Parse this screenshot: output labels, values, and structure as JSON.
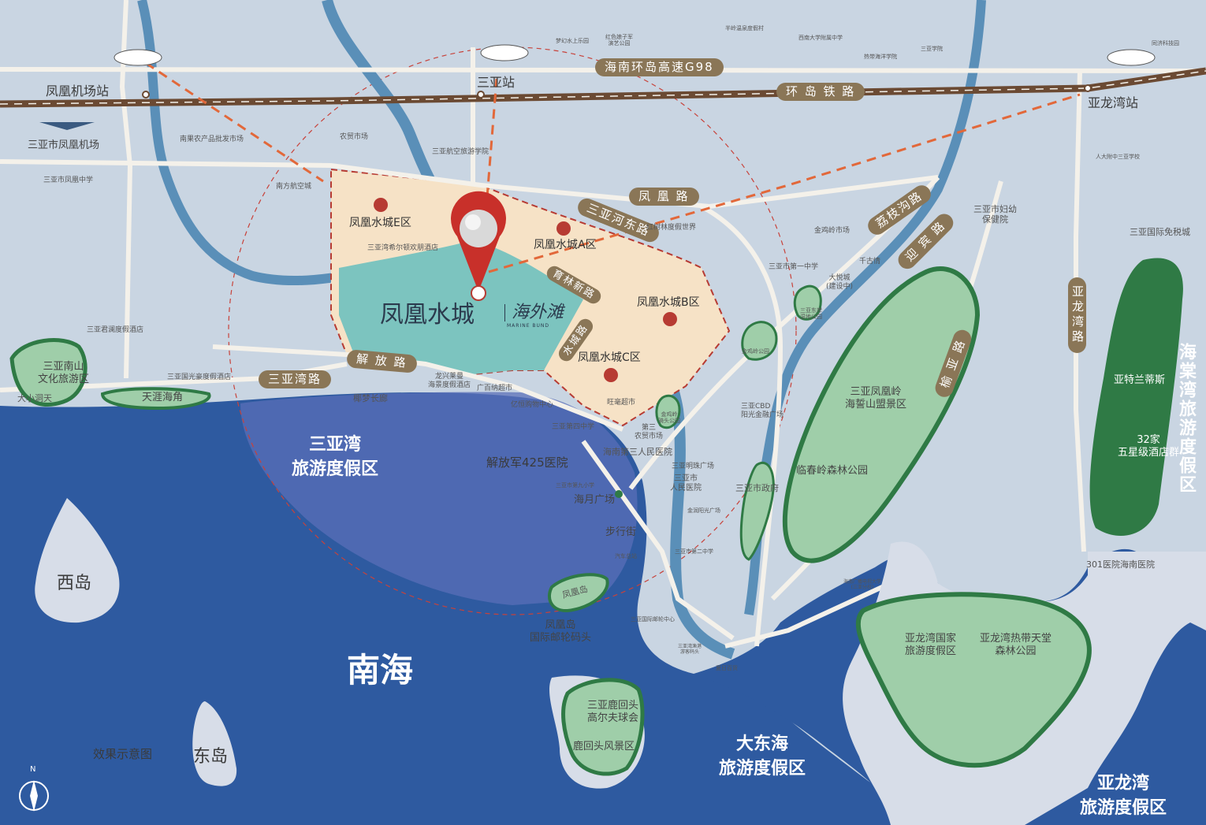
{
  "map": {
    "main": {
      "brand": "凤凰水城",
      "brand_sub": "海外滩",
      "brand_en": "MARINE BUND",
      "zones": [
        "凤凰水城E区",
        "凤凰水城A区",
        "凤凰水城B区",
        "凤凰水城C区"
      ],
      "internal_roads": [
        "育林新路",
        "水城路"
      ]
    },
    "roads": {
      "g98": "海南环岛高速G98",
      "rail": "环 岛 铁 路",
      "fenghuang": "凤 凰 路",
      "hedong": "三亚河东路",
      "lizhigou": "荔枝沟路",
      "yingbin": "迎 宾 路",
      "yuya": "榆 亚 路",
      "yalongwan": "亚龙湾路",
      "jiefang": "解 放 路",
      "sanyawan": "三亚湾路"
    },
    "stations": {
      "airport_station": "凤凰机场站",
      "sanya_station": "三亚站",
      "yalongwan_station": "亚龙湾站",
      "airport": "三亚市凤凰机场"
    },
    "regions": {
      "sea": "南海",
      "sanyawan": "三亚湾\n旅游度假区",
      "dadonghai": "大东海\n旅游度假区",
      "yalongwan": "亚龙湾\n旅游度假区",
      "haitangwan": "海棠湾旅游度假区",
      "xidao": "西岛",
      "dongdao": "东岛",
      "nanshan": "三亚南山\n文化旅游区",
      "daxiaodongtian": "大小洞天",
      "tianya": "天涯海角",
      "fenghuangdao_tag": "凤凰岛",
      "fenghuangdao": "凤凰岛\n国际邮轮码头",
      "luhuitou_golf": "三亚鹿回头\n高尔夫球会",
      "luhuitou": "鹿回头风景区",
      "fenghuangling": "三亚凤凰岭\n海誓山盟景区",
      "linchunling": "临春岭森林公园",
      "yalong_resort": "亚龙湾国家\n旅游度假区",
      "yalong_forest": "亚龙湾热带天堂\n森林公园",
      "atlantis": "亚特兰蒂斯",
      "five_star": "32家\n五星级酒店群",
      "note": "效果示意图",
      "north": "N"
    },
    "pois": {
      "hospital425": "解放军425医院",
      "haiyue": "海月广场",
      "buxingjie": "步行街",
      "yemeng": "椰梦长廊",
      "third_hospital": "海南第三人民医院",
      "hospital301": "301医院海南医院",
      "fuyou": "三亚市妇幼\n保健院",
      "dutyfree": "三亚国际免税城",
      "qiangu": "千古情",
      "dayuecheng": "大悦城\n(建设中)",
      "jinjiling_market": "金鸡岭市场",
      "no1_middle": "三亚市第一中学",
      "dongan": "三亚东岸\n湿地公园",
      "jinjiling_park": "金鸡岭公园",
      "cbd": "三亚CBD\n阳光金融广场",
      "mingzhu": "三亚明珠广场",
      "people_hospital": "三亚市\n人民医院",
      "gov": "三亚市政府",
      "jinyang": "金润阳光广场",
      "no2_middle": "三亚市第二中学",
      "bus": "汽车总站",
      "no9_primary": "三亚市第九小学",
      "no4_middle": "三亚第四中学",
      "farm3": "第三\n农贸市场",
      "wangmao": "旺毫超市",
      "jinjiling_hill": "金鸡岭\n骑头公园",
      "baihuo": "广百纳超市",
      "yiheng": "亿恒购物中心",
      "longxing": "龙兴莱曼\n海景度假酒店",
      "guangmin": "三亚国光豪度假酒店",
      "junlan": "三亚君澜度假酒店",
      "hilton": "三亚湾希尔顿欢朋酒店",
      "fenghuang_mid": "三亚市凤凰中学",
      "nanfang": "南方航空城",
      "nongmao": "农贸市场",
      "nanguo": "南果农产品批发市场",
      "hangkong": "三亚航空旅游学院",
      "menghuan": "梦幻水上乐园",
      "hongse": "红色娘子军\n演艺公园",
      "banling": "半岭温泉度假村",
      "xinan": "西南大学附属中学",
      "redai": "热带海洋学院",
      "sanya_xueyuan": "三亚学院",
      "tongji": "同济科技园",
      "renda": "人大附中三亚学校",
      "hongsha": "红树林度假世界",
      "haiyue_guoji": "三亚国际邮轮中心",
      "xiari": "夏日百货",
      "guoji_hai": "三亚湾渔港\n游客码头",
      "haiguang": "海南广播电视大学\n(三亚分校)"
    }
  }
}
